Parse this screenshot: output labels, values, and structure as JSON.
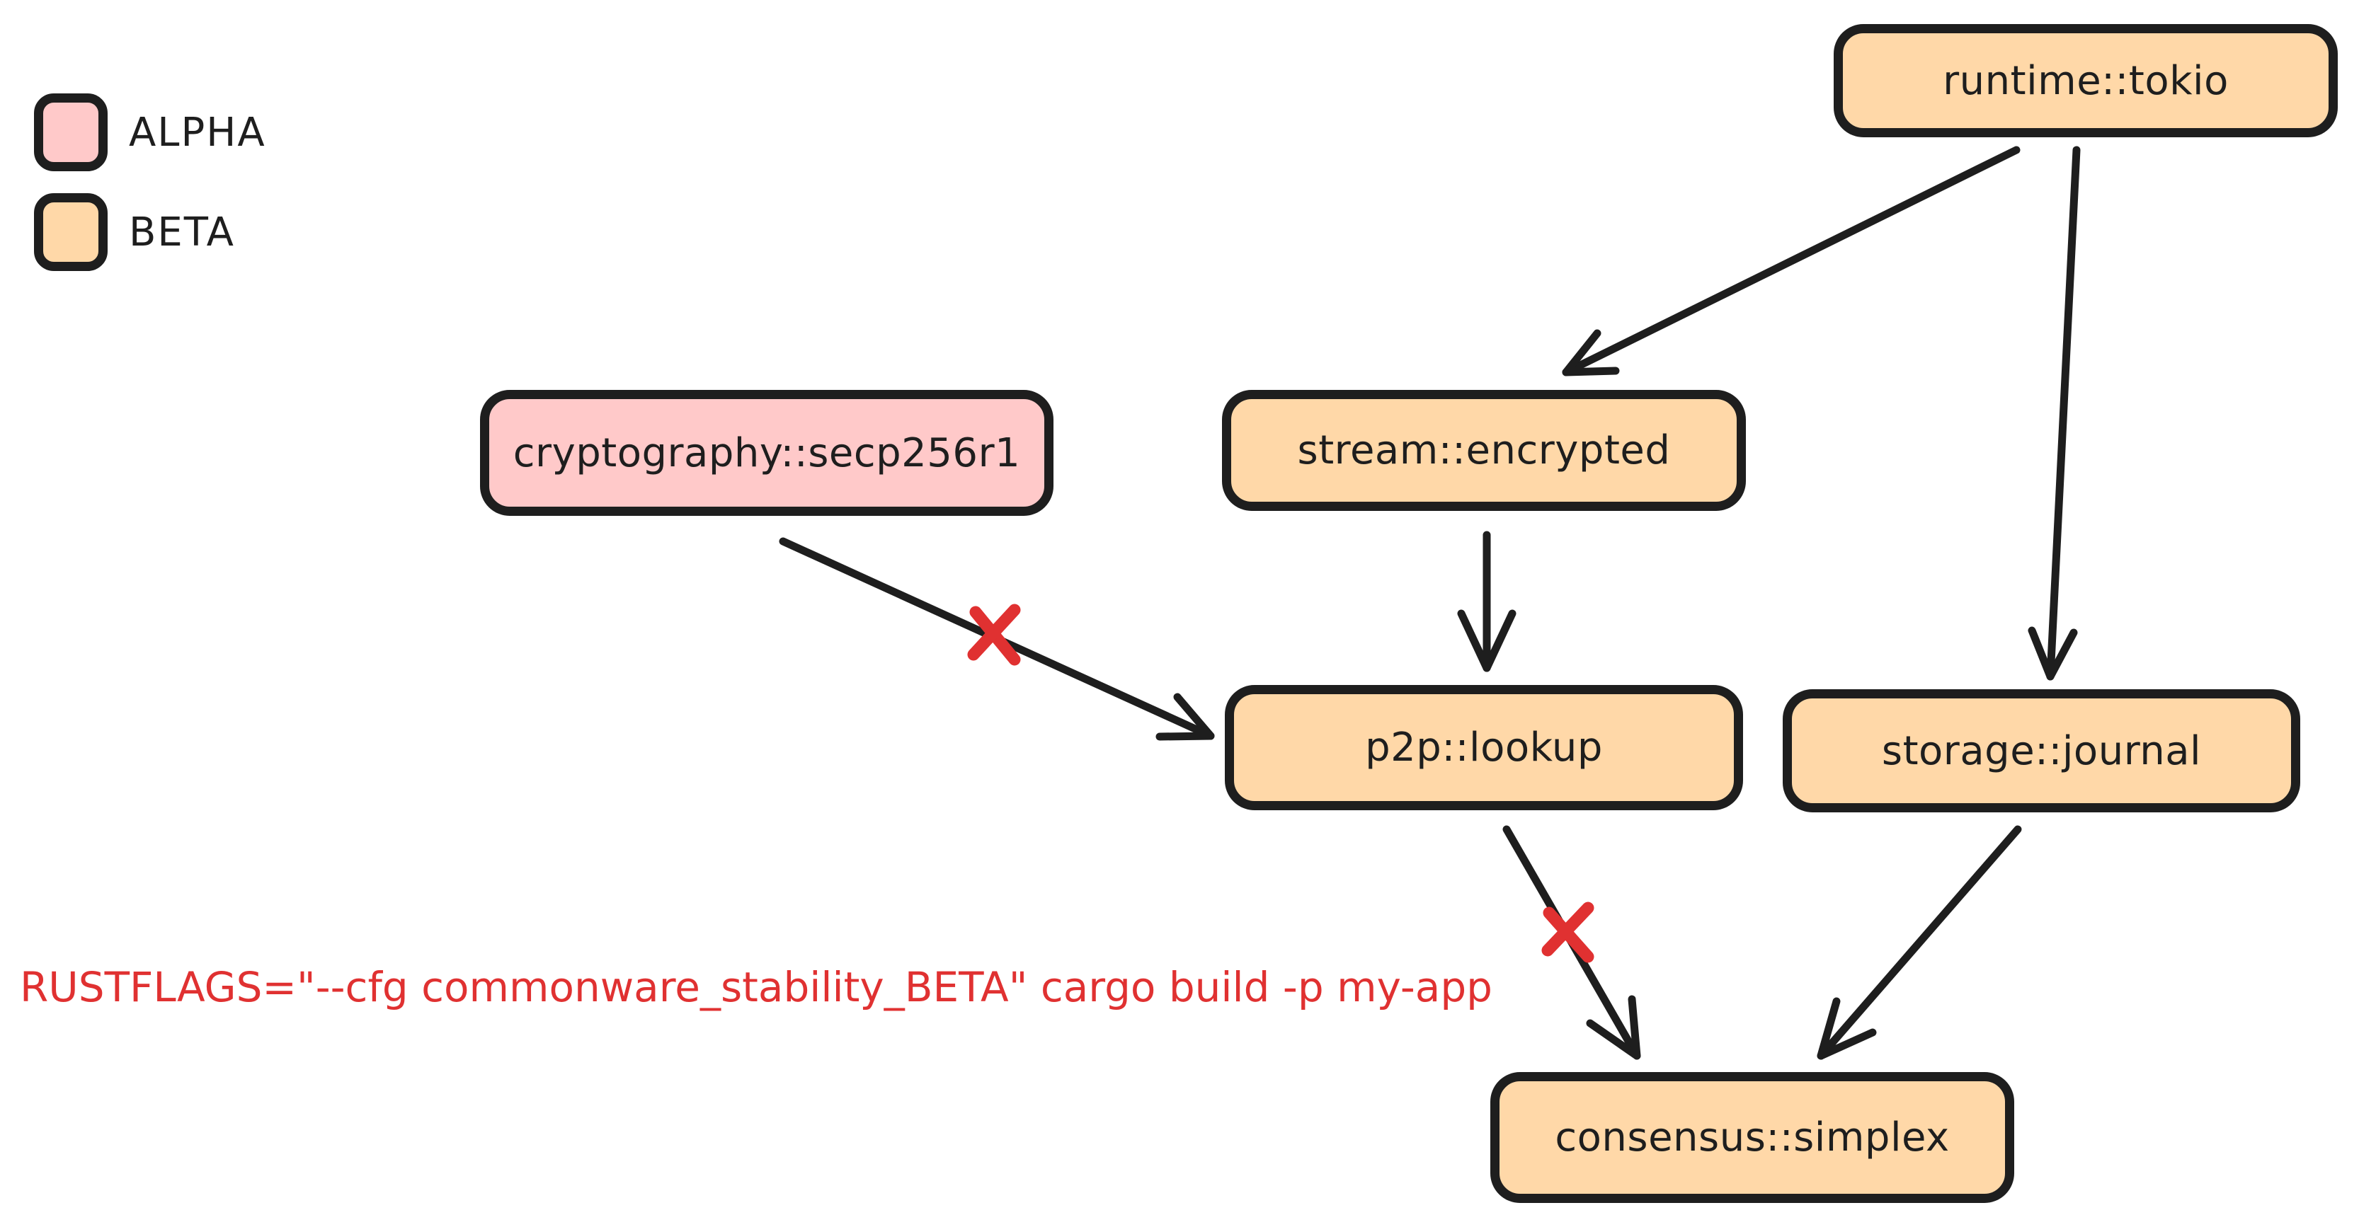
{
  "legend": {
    "items": [
      {
        "label": "ALPHA",
        "color": "#ffc9c9"
      },
      {
        "label": "BETA",
        "color": "#ffd8a8"
      }
    ]
  },
  "nodes": {
    "runtime": {
      "label": "runtime::tokio",
      "stability": "BETA"
    },
    "cryptography": {
      "label": "cryptography::secp256r1",
      "stability": "ALPHA"
    },
    "stream": {
      "label": "stream::encrypted",
      "stability": "BETA"
    },
    "p2p": {
      "label": "p2p::lookup",
      "stability": "BETA"
    },
    "storage": {
      "label": "storage::journal",
      "stability": "BETA"
    },
    "consensus": {
      "label": "consensus::simplex",
      "stability": "BETA"
    }
  },
  "edges": [
    {
      "from": "runtime::tokio",
      "to": "stream::encrypted",
      "blocked": false
    },
    {
      "from": "runtime::tokio",
      "to": "storage::journal",
      "blocked": false
    },
    {
      "from": "stream::encrypted",
      "to": "p2p::lookup",
      "blocked": false
    },
    {
      "from": "cryptography::secp256r1",
      "to": "p2p::lookup",
      "blocked": true
    },
    {
      "from": "p2p::lookup",
      "to": "consensus::simplex",
      "blocked": true
    },
    {
      "from": "storage::journal",
      "to": "consensus::simplex",
      "blocked": false
    }
  ],
  "command": "RUSTFLAGS=\"--cfg commonware_stability_BETA\" cargo build -p my-app",
  "colors": {
    "stroke": "#1e1e1e",
    "alpha_fill": "#ffc9c9",
    "beta_fill": "#ffd8a8",
    "blocked_red": "#e03131",
    "background": "#ffffff"
  }
}
